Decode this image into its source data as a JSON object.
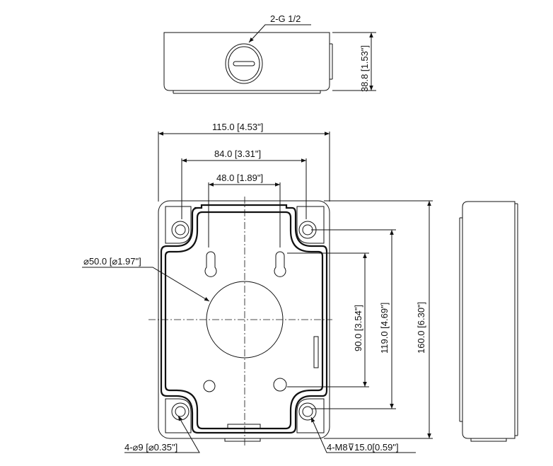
{
  "labels": {
    "thread_callout": "2-G 1/2",
    "height_side": "38.8 [1.53\"]",
    "width_overall": "115.0 [4.53\"]",
    "width_holes": "84.0 [3.31\"]",
    "width_keyholes": "48.0 [1.89\"]",
    "center_hole_dia": "⌀50.0 [⌀1.97\"]",
    "vertical_90": "90.0 [3.54\"]",
    "vertical_119": "119.0 [4.69\"]",
    "vertical_160": "160.0 [6.30\"]",
    "mount_holes": "4-⌀9 [⌀0.35\"]",
    "thread_holes": "4-M8⊽15.0[0.59\"]"
  }
}
